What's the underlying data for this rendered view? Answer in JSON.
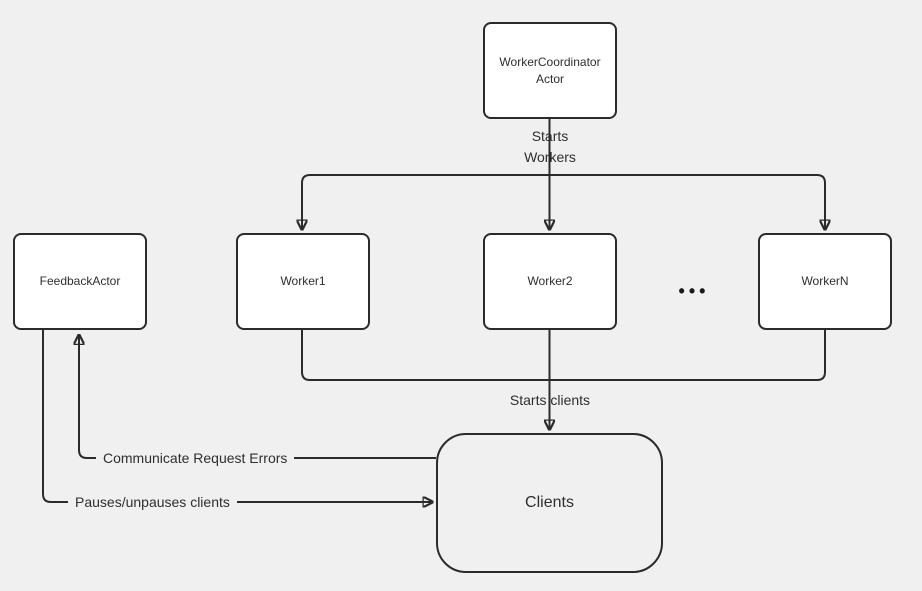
{
  "colors": {
    "background": "#f0f0f0",
    "stroke": "#2b2b2b",
    "node_fill": "#ffffff",
    "text": "#2e2e2e"
  },
  "diagram": {
    "nodes": {
      "coordinator": {
        "label": "WorkerCoordinator Actor"
      },
      "feedback": {
        "label": "FeedbackActor"
      },
      "worker1": {
        "label": "Worker1"
      },
      "worker2": {
        "label": "Worker2"
      },
      "workerN": {
        "label": "WorkerN"
      },
      "clients": {
        "label": "Clients"
      },
      "ellipsis": {
        "label": "•••"
      }
    },
    "edges": {
      "starts_workers": {
        "label": "Starts Workers",
        "from": "coordinator",
        "to": "workers"
      },
      "starts_clients": {
        "label": "Starts clients",
        "from": "workers",
        "to": "clients"
      },
      "communicate_errors": {
        "label": "Communicate Request Errors",
        "from": "clients",
        "to": "feedback"
      },
      "pauses_unpauses": {
        "label": "Pauses/unpauses clients",
        "from": "feedback",
        "to": "clients"
      }
    }
  }
}
